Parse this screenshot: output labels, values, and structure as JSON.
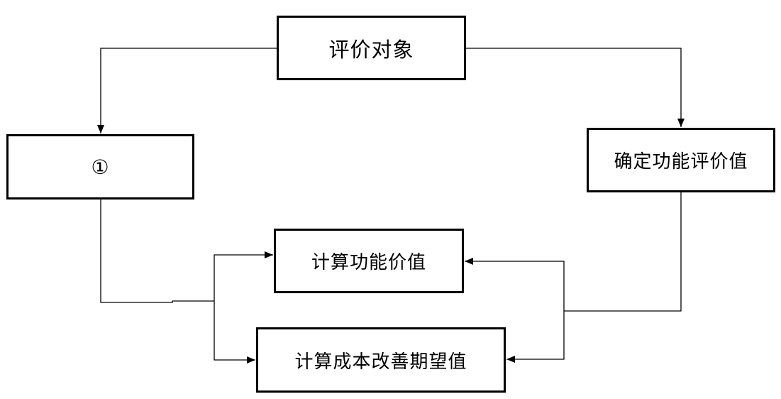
{
  "nodes": {
    "top": "评价对象",
    "left": "①",
    "right": "确定功能评价值",
    "middle": "计算功能价值",
    "bottom": "计算成本改善期望值"
  },
  "colors": {
    "line": "#000000",
    "background": "#ffffff"
  }
}
